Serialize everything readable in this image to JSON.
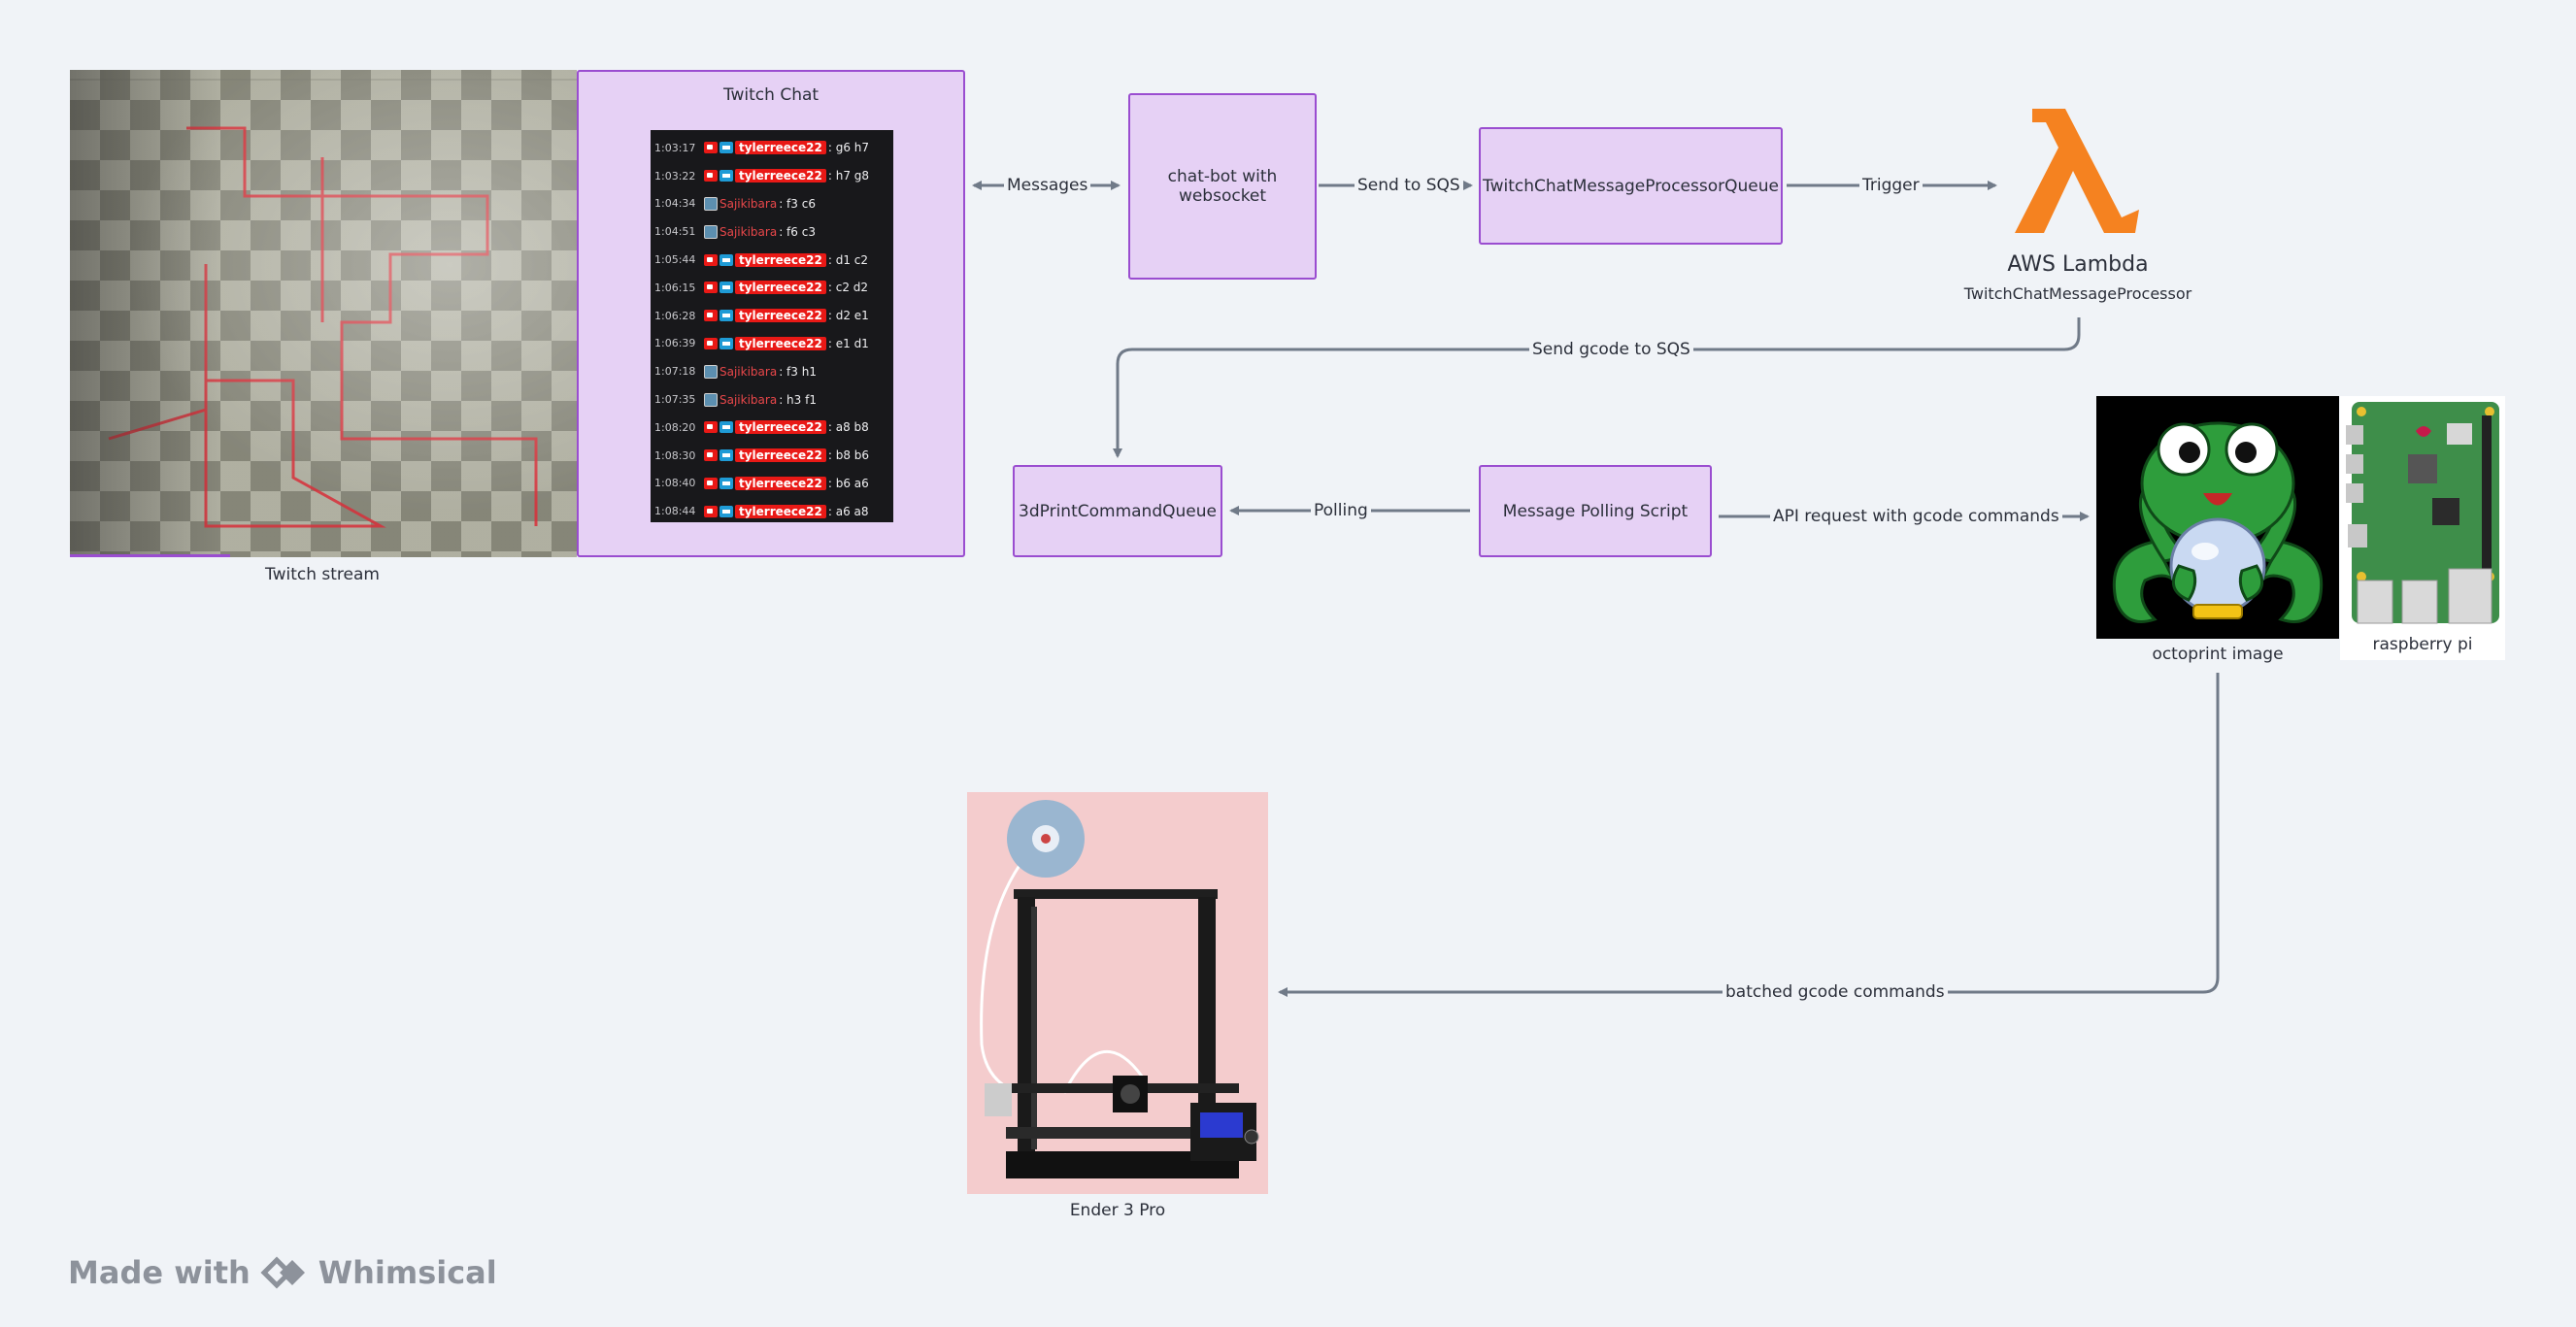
{
  "images": {
    "twitch_stream": "Twitch stream",
    "octoprint": "octoprint image",
    "raspberry_pi": "raspberry pi",
    "printer": "Ender 3 Pro"
  },
  "chat": {
    "title": "Twitch Chat",
    "messages": [
      {
        "time": "1:03:17",
        "user": "tylerreece22",
        "msg": ": g6 h7",
        "style": "highlight"
      },
      {
        "time": "1:03:22",
        "user": "tylerreece22",
        "msg": ": h7 g8",
        "style": "highlight"
      },
      {
        "time": "1:04:34",
        "user": "Sajikibara",
        "msg": ": f3 c6",
        "style": "plain"
      },
      {
        "time": "1:04:51",
        "user": "Sajikibara",
        "msg": ": f6 c3",
        "style": "plain"
      },
      {
        "time": "1:05:44",
        "user": "tylerreece22",
        "msg": ": d1 c2",
        "style": "highlight"
      },
      {
        "time": "1:06:15",
        "user": "tylerreece22",
        "msg": ": c2 d2",
        "style": "highlight"
      },
      {
        "time": "1:06:28",
        "user": "tylerreece22",
        "msg": ": d2 e1",
        "style": "highlight"
      },
      {
        "time": "1:06:39",
        "user": "tylerreece22",
        "msg": ": e1 d1",
        "style": "highlight"
      },
      {
        "time": "1:07:18",
        "user": "Sajikibara",
        "msg": ": f3 h1",
        "style": "plain"
      },
      {
        "time": "1:07:35",
        "user": "Sajikibara",
        "msg": ": h3 f1",
        "style": "plain"
      },
      {
        "time": "1:08:20",
        "user": "tylerreece22",
        "msg": ": a8 b8",
        "style": "highlight"
      },
      {
        "time": "1:08:30",
        "user": "tylerreece22",
        "msg": ": b8 b6",
        "style": "highlight"
      },
      {
        "time": "1:08:40",
        "user": "tylerreece22",
        "msg": ": b6 a6",
        "style": "highlight"
      },
      {
        "time": "1:08:44",
        "user": "tylerreece22",
        "msg": ": a6 a8",
        "style": "highlight"
      }
    ]
  },
  "nodes": {
    "chatbot": "chat-bot with websocket",
    "queue_processor": "TwitchChatMessageProcessorQueue",
    "lambda_title": "AWS Lambda",
    "lambda_name": "TwitchChatMessageProcessor",
    "print_queue": "3dPrintCommandQueue",
    "polling_script": "Message Polling Script"
  },
  "edges": {
    "messages": "Messages",
    "send_sqs": "Send to SQS",
    "trigger": "Trigger",
    "send_gcode": "Send gcode to SQS",
    "polling": "Polling",
    "api_request": "API request with gcode commands",
    "batched": "batched gcode commands"
  },
  "footer": {
    "made_with": "Made with",
    "brand": "Whimsical"
  },
  "colors": {
    "node_fill": "#e6d1f5",
    "node_border": "#9a4dd0",
    "edge": "#707a88",
    "lambda": "#f58220",
    "background": "#f0f3f7"
  }
}
